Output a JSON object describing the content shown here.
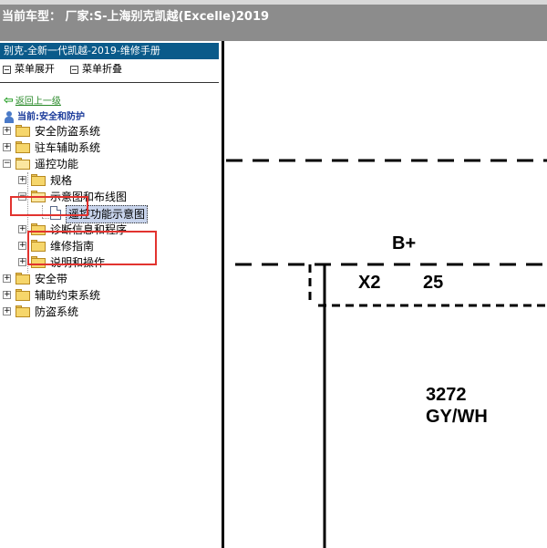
{
  "header": {
    "title": "当前车型：  厂家:S-上海别克凯越(Excelle)2019"
  },
  "sidebar": {
    "manual_title": "别克-全新一代凯越-2019-维修手册",
    "toolbar": {
      "expand_label": "菜单展开",
      "collapse_label": "菜单折叠"
    },
    "back_label": "返回上一级",
    "current_label": "当前:安全和防护",
    "tree": {
      "n1": "安全防盗系统",
      "n2": "驻车辅助系统",
      "n3": "遥控功能",
      "n3_1": "规格",
      "n3_2": "示意图和布线图",
      "n3_2_1": "遥控功能示意图",
      "n3_3": "诊断信息和程序",
      "n3_4": "维修指南",
      "n3_5": "说明和操作",
      "n4": "安全带",
      "n5": "辅助约束系统",
      "n6": "防盗系统"
    }
  },
  "diagram": {
    "supply_label": "B+",
    "connector_label": "X2",
    "pin_label": "25",
    "circuit_number": "3272",
    "wire_color": "GY/WH"
  }
}
